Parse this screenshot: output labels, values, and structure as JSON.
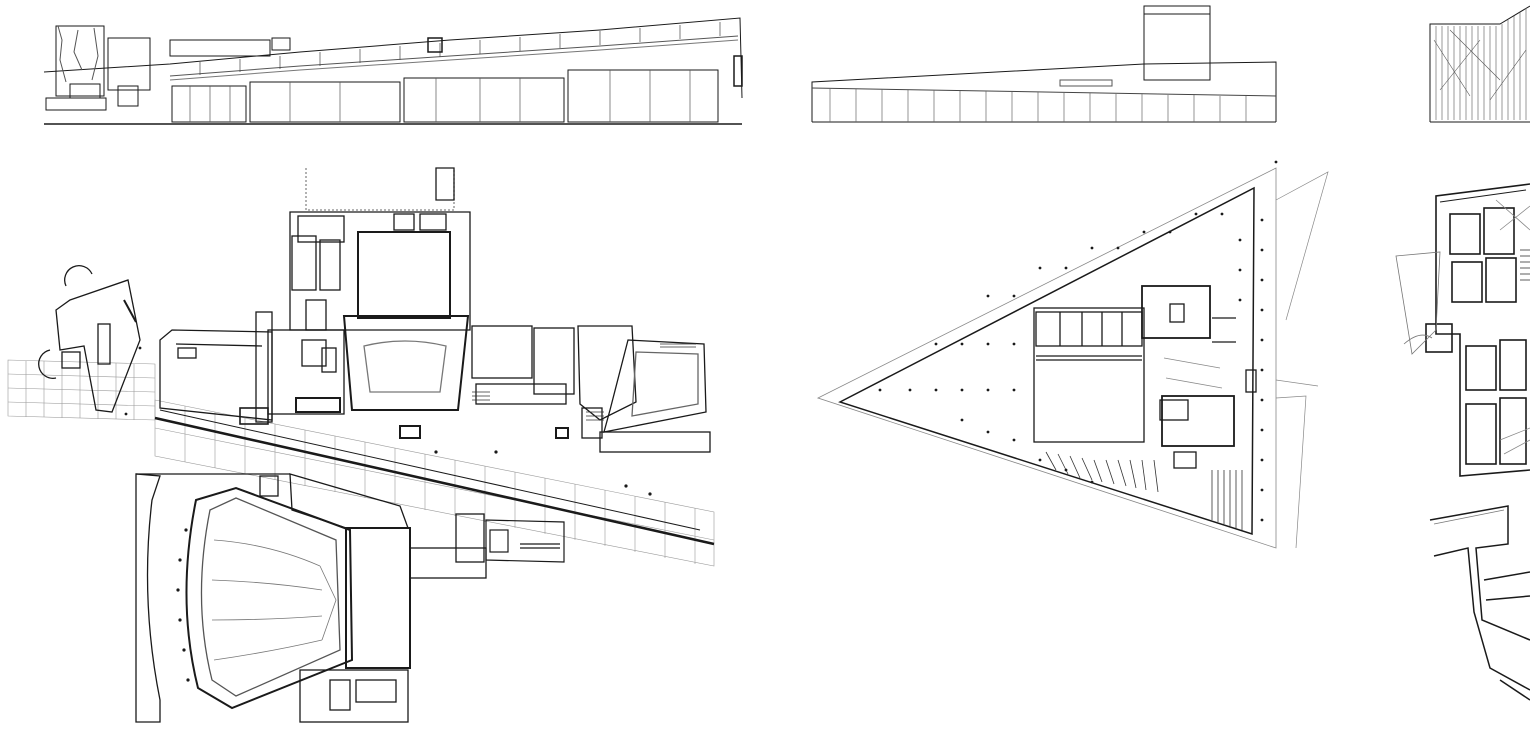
{
  "drawing": {
    "type": "architectural-plan-and-section-sheet",
    "background_color": "#ffffff",
    "line_color": "#1a1a1a",
    "grid_color": "#9a9a9a",
    "panels": [
      {
        "id": "section-a",
        "kind": "section"
      },
      {
        "id": "plan-a",
        "kind": "floor-plan"
      },
      {
        "id": "section-b",
        "kind": "section"
      },
      {
        "id": "plan-b",
        "kind": "floor-plan"
      },
      {
        "id": "section-c",
        "kind": "section"
      },
      {
        "id": "plan-c",
        "kind": "floor-plan"
      }
    ]
  }
}
